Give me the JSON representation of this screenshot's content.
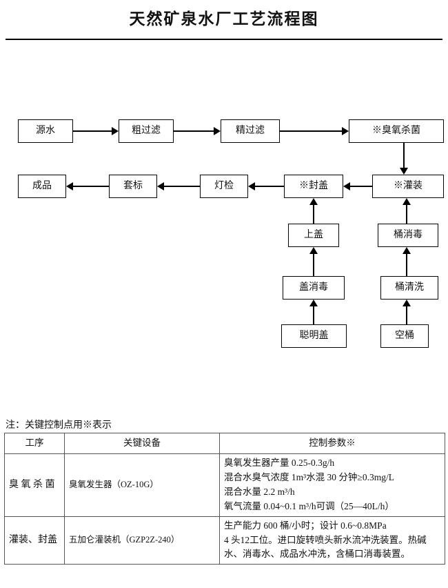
{
  "document": {
    "title": "天然矿泉水厂工艺流程图"
  },
  "flowchart": {
    "nodes": [
      {
        "id": "source-water",
        "label": "源水"
      },
      {
        "id": "coarse-filter",
        "label": "粗过滤"
      },
      {
        "id": "fine-filter",
        "label": "精过滤"
      },
      {
        "id": "ozone-steril",
        "label": "※臭氧杀菌"
      },
      {
        "id": "filling",
        "label": "※灌装"
      },
      {
        "id": "capping",
        "label": "※封盖"
      },
      {
        "id": "lamp-inspect",
        "label": "灯检"
      },
      {
        "id": "labeling",
        "label": "套标"
      },
      {
        "id": "finished-goods",
        "label": "成品"
      },
      {
        "id": "cap-on",
        "label": "上盖"
      },
      {
        "id": "cap-disinfect",
        "label": "盖消毒"
      },
      {
        "id": "smart-cap",
        "label": "聪明盖"
      },
      {
        "id": "barrel-disinfect",
        "label": "桶消毒"
      },
      {
        "id": "barrel-wash",
        "label": "桶清洗"
      },
      {
        "id": "empty-barrel",
        "label": "空桶"
      }
    ]
  },
  "note": {
    "text": "注：关键控制点用※表示"
  },
  "table": {
    "headers": [
      "工序",
      "关键设备",
      "控制参数※"
    ],
    "rows": [
      {
        "process": "臭 氧 杀 菌",
        "equipment": "臭氧发生器（OZ-10G）",
        "parameters": [
          "臭氧发生器产量 0.25-0.3g/h",
          "混合水臭气浓度 1m³水混 30 分钟≥0.3mg/L",
          "混合水量 2.2 m³/h",
          "氧气流量 0.04~0.1 m³/h可调（25—40L/h）"
        ]
      },
      {
        "process": "灌装、封盖",
        "equipment": "五加仑灌装机（GZP2Z-240）",
        "parameters": [
          "生产能力 600 桶/小时；设计 0.6~0.8MPa",
          "4 头12工位。进口旋转喷头新水流冲洗装置。热碱水、消毒水、成品水冲洗，含桶口消毒装置。"
        ]
      }
    ]
  },
  "colors": {
    "ink": "#111111",
    "rule": "#000000",
    "table_border": "#555555",
    "background": "#ffffff"
  }
}
